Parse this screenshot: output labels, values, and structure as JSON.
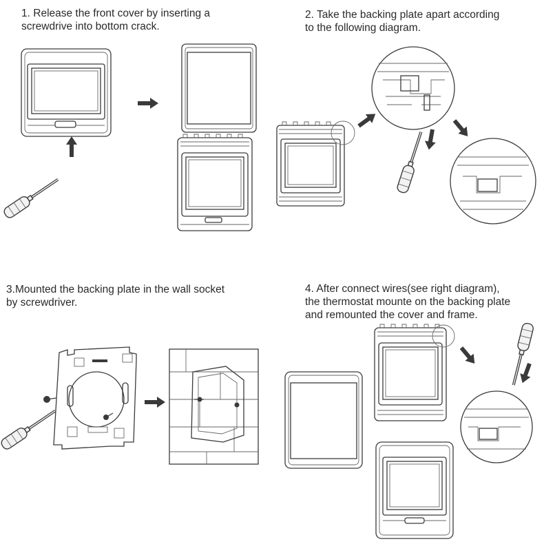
{
  "steps": [
    {
      "number": "1.",
      "line1": "Release the front cover by inserting a",
      "line2": "screwdrive into bottom crack."
    },
    {
      "number": "2.",
      "line1": "Take the backing plate apart according",
      "line2": "to the following diagram."
    },
    {
      "number": "3.",
      "line1": "Mounted the backing plate in the wall socket",
      "line2": "by screwdriver."
    },
    {
      "number": "4.",
      "line1": "After connect wires(see right diagram),",
      "line2": "the thermostat mounte on the backing plate",
      "line3": "and remounted the cover and frame."
    }
  ],
  "colors": {
    "line": "#3a3a3a",
    "background": "#ffffff",
    "text": "#2a2a2a"
  },
  "icons": [
    "screwdriver-icon",
    "arrow-icon",
    "screw-icon"
  ]
}
